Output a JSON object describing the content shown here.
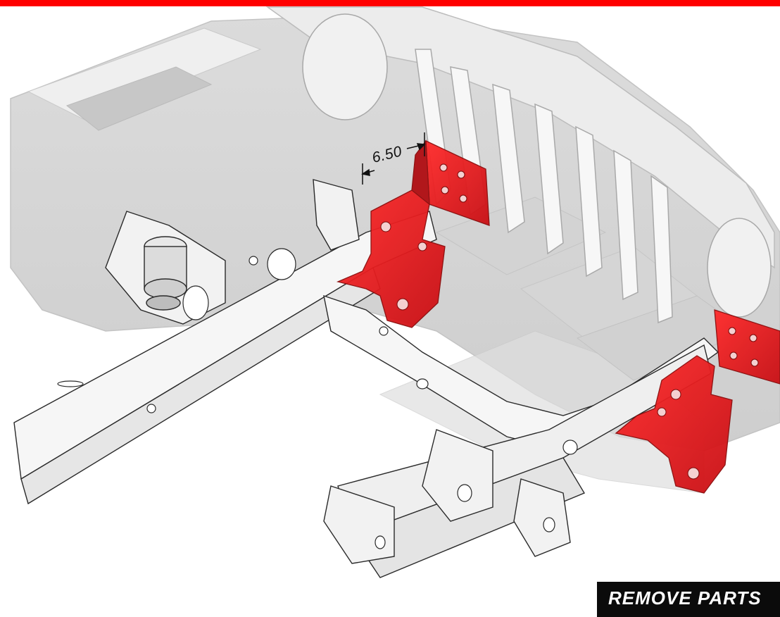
{
  "colors": {
    "accent": "#ff0000",
    "highlight_part": "#e0161b",
    "ghost_body": "#d4d4d4",
    "frame": "#f4f4f4",
    "outline": "#2a2a2a"
  },
  "diagram": {
    "dimension": {
      "value": "6.50"
    },
    "badge": {
      "label": "REMOVE PARTS"
    },
    "highlighted_parts": [
      {
        "name": "left-frame-bracket-red"
      },
      {
        "name": "right-frame-bracket-red"
      }
    ]
  }
}
